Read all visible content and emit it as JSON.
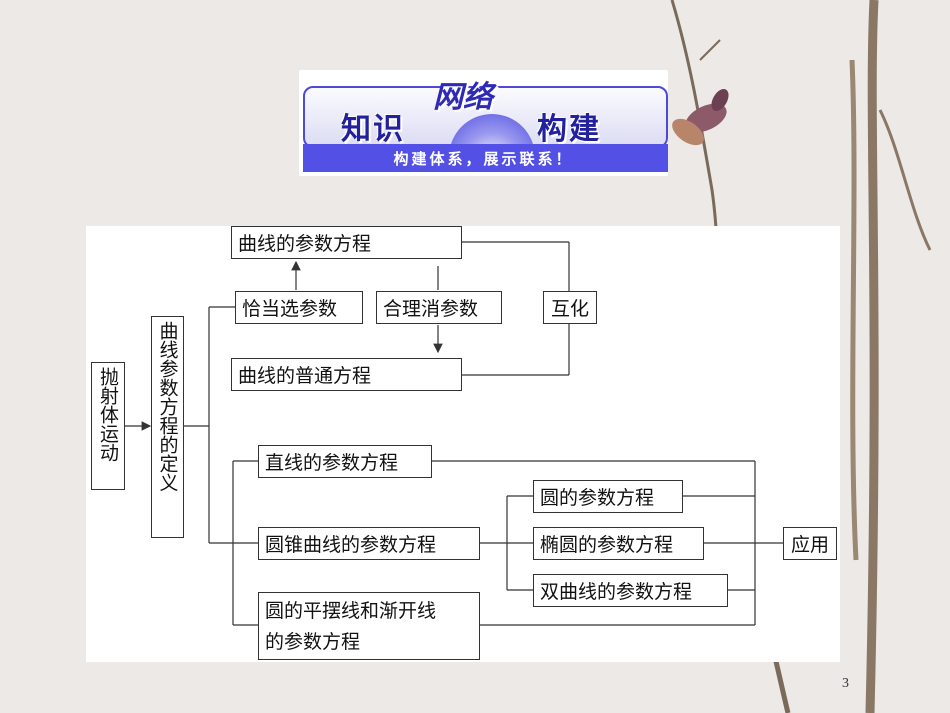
{
  "banner": {
    "left_word": "知识",
    "net_word": "网络",
    "right_word": "构建",
    "subtitle": "构建体系，展示联系！"
  },
  "diagram": {
    "projectile": "抛射体运动",
    "definition": "曲线参数方程的定义",
    "curve_param_eq": "曲线的参数方程",
    "choose_param": "恰当选参数",
    "eliminate_param": "合理消参数",
    "convert": "互化",
    "curve_normal_eq": "曲线的普通方程",
    "line_param_eq": "直线的参数方程",
    "conic_param_eq": "圆锥曲线的参数方程",
    "cycloid_line1": "圆的平摆线和渐开线",
    "cycloid_line2": "的参数方程",
    "circle_param_eq": "圆的参数方程",
    "ellipse_param_eq": "椭圆的参数方程",
    "hyperbola_param_eq": "双曲线的参数方程",
    "application": "应用"
  },
  "page_number": "3",
  "colors": {
    "banner_blue": "#5350e6",
    "banner_text": "#23209c",
    "line": "#333333"
  }
}
